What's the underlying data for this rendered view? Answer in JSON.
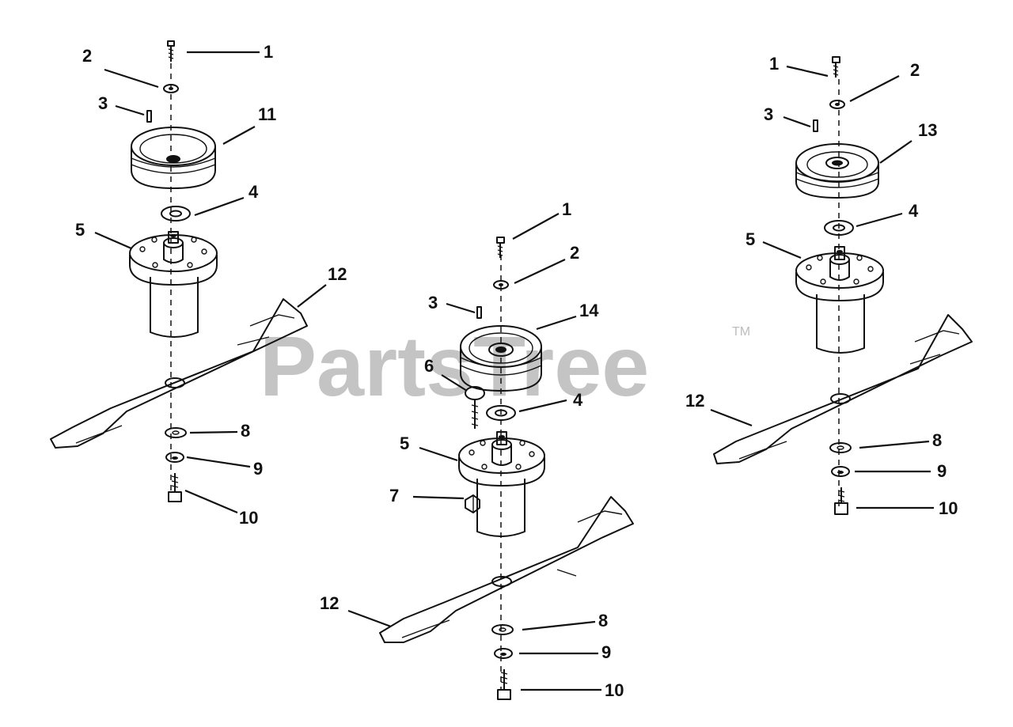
{
  "watermark": {
    "brand": "PartsTree",
    "tm": "TM"
  },
  "callouts": {
    "left": {
      "bolt": "1",
      "washer": "2",
      "key": "3",
      "pulley": "11",
      "spacer": "4",
      "spindle": "5",
      "blade": "12",
      "washer_lower": "8",
      "cup_washer": "9",
      "blade_bolt": "10"
    },
    "center": {
      "bolt": "1",
      "washer": "2",
      "key": "3",
      "pulley": "14",
      "idler_bolt": "6",
      "spacer": "4",
      "spindle": "5",
      "nut": "7",
      "blade": "12",
      "washer_lower": "8",
      "cup_washer": "9",
      "blade_bolt": "10"
    },
    "right": {
      "bolt": "1",
      "washer": "2",
      "key": "3",
      "pulley": "13",
      "spacer": "4",
      "spindle": "5",
      "blade": "12",
      "washer_lower": "8",
      "cup_washer": "9",
      "blade_bolt": "10"
    }
  }
}
